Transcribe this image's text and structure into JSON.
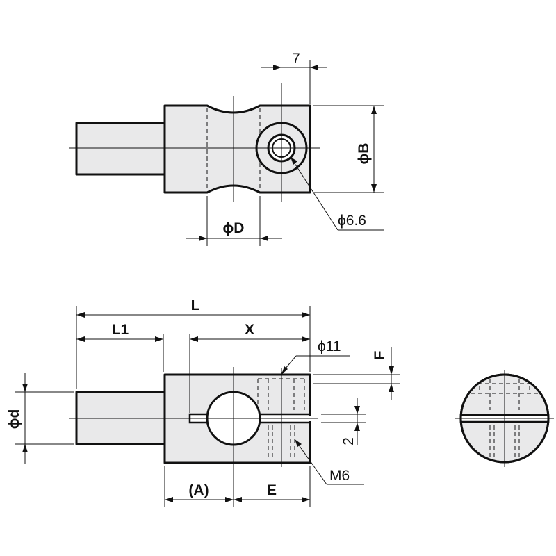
{
  "top_view": {
    "dim_7": "7",
    "dim_phiB": "ϕB",
    "dim_phi66": "ϕ6.6",
    "dim_phiD": "ϕD"
  },
  "front_view": {
    "dim_L": "L",
    "dim_L1": "L1",
    "dim_X": "X",
    "dim_phi11": "ϕ11",
    "dim_F": "F",
    "dim_2": "2",
    "dim_phid": "ϕd",
    "dim_A": "(A)",
    "dim_E": "E",
    "dim_M6": "M6"
  }
}
